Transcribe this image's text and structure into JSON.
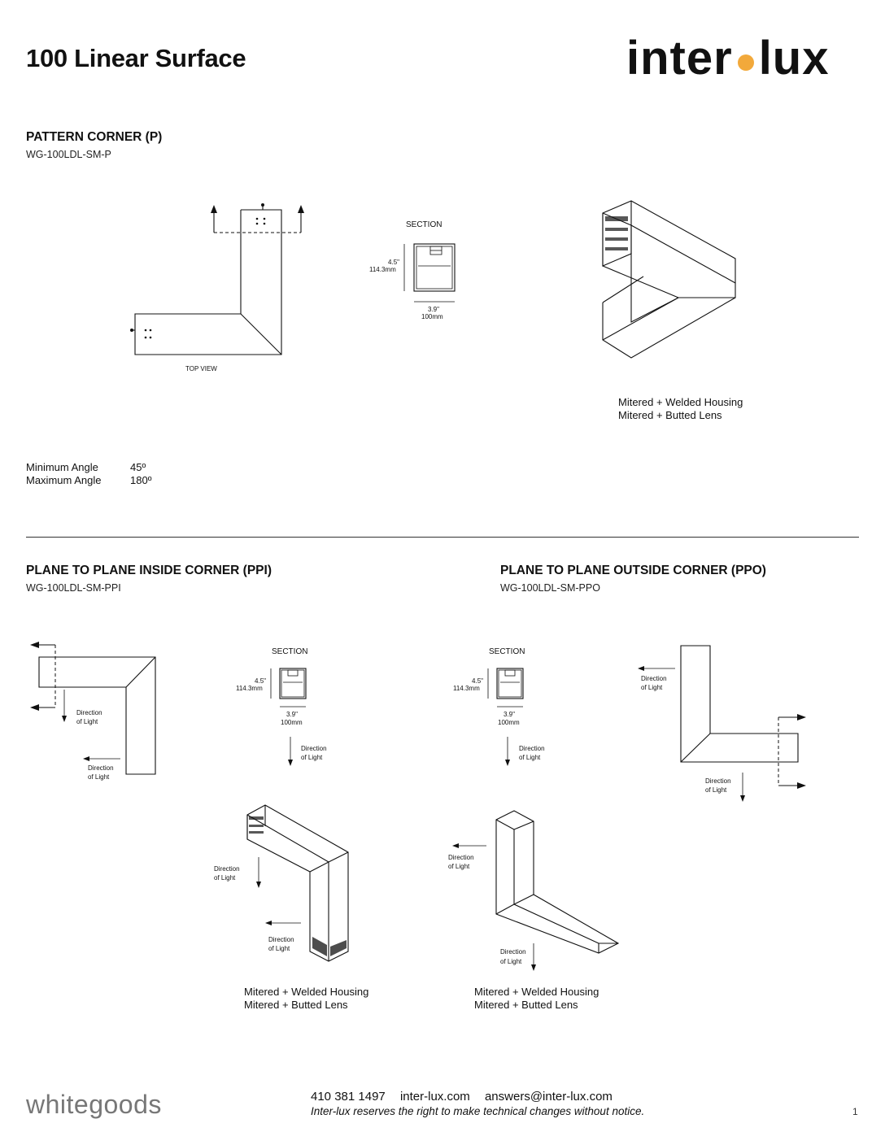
{
  "header": {
    "title": "100 Linear Surface",
    "logo_left": "inter",
    "logo_right": "lux",
    "logo_dot_color": "#F2A93B"
  },
  "pattern_corner": {
    "title": "PATTERN CORNER (P)",
    "sku": "WG-100LDL-SM-P",
    "top_view_label": "TOP VIEW",
    "section_label": "SECTION",
    "height_in": "4.5\"",
    "height_mm": "114.3mm",
    "width_in": "3.9\"",
    "width_mm": "100mm",
    "notes": [
      "Mitered + Welded Housing",
      "Mitered + Butted Lens"
    ],
    "specs": [
      {
        "label": "Minimum Angle",
        "value": "45º"
      },
      {
        "label": "Maximum Angle",
        "value": "180º"
      }
    ]
  },
  "ppi": {
    "title": "PLANE TO PLANE INSIDE CORNER (PPI)",
    "sku": "WG-100LDL-SM-PPI",
    "section_label": "SECTION",
    "height_in": "4.5\"",
    "height_mm": "114.3mm",
    "width_in": "3.9\"",
    "width_mm": "100mm",
    "direction_line1": "Direction",
    "direction_line2": "of Light",
    "notes": [
      "Mitered + Welded Housing",
      "Mitered + Butted Lens"
    ]
  },
  "ppo": {
    "title": "PLANE TO PLANE OUTSIDE CORNER (PPO)",
    "sku": "WG-100LDL-SM-PPO",
    "section_label": "SECTION",
    "height_in": "4.5\"",
    "height_mm": "114.3mm",
    "width_in": "3.9\"",
    "width_mm": "100mm",
    "direction_line1": "Direction",
    "direction_line2": "of Light",
    "notes": [
      "Mitered + Welded Housing",
      "Mitered + Butted Lens"
    ]
  },
  "footer": {
    "brand": "whitegoods",
    "phone": "410 381 1497",
    "website": "inter-lux.com",
    "email": "answers@inter-lux.com",
    "disclaimer": "Inter-lux reserves the right to make technical changes without notice.",
    "page": "1"
  }
}
